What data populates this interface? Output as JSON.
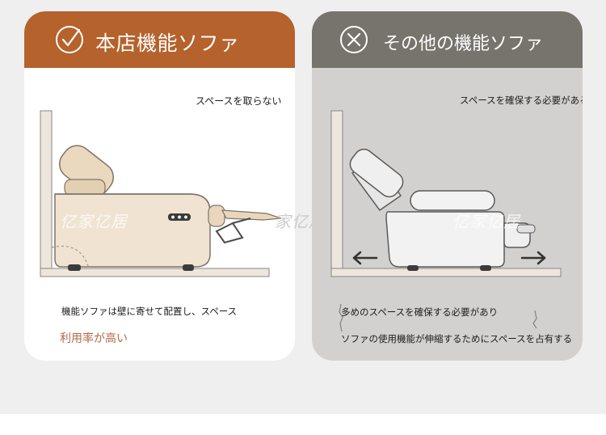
{
  "left_card": {
    "title": "本店機能ソファ",
    "header_color": "#b5622c",
    "icon": "check-circle-icon",
    "caption_top": "スペースを取らない",
    "description": "機能ソファは壁に寄せて配置し、スペース",
    "highlight": "利用率が高い",
    "highlight_color": "#b06a44"
  },
  "right_card": {
    "title": "その他の機能ソファ",
    "header_color": "#77736d",
    "icon": "x-circle-icon",
    "caption_top": "スペースを確保する必要がある",
    "line1": "多めのスペースを確保する必要があり",
    "line2": "ソファの使用機能が伸縮するためにスペースを占有する"
  },
  "watermark": {
    "text1": "亿家亿居",
    "text2": "家亿居",
    "text3": "亿家亿居"
  }
}
